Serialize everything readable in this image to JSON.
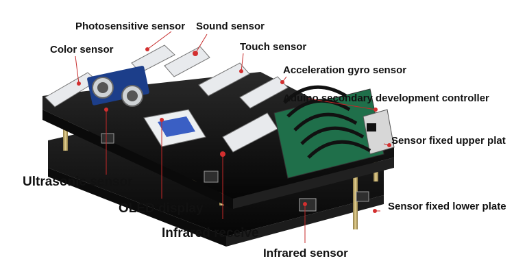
{
  "labels": {
    "photosensitive": "Photosensitive sensor",
    "sound": "Sound sensor",
    "color": "Color sensor",
    "touch": "Touch sensor",
    "accel": "Acceleration gyro sensor",
    "arduino": "Aduino secondary development controller",
    "upper_plate": "Sensor fixed upper plat",
    "lower_plate": "Sensor fixed lower plate",
    "ultrasonic": "Ultrasonic sensor",
    "oled": "OLED display",
    "infrared_receive": "Infrared receive",
    "infrared_sensor": "Infrared sensor"
  },
  "colors": {
    "leader_line": "#c62828",
    "dot": "#d32f2f",
    "board_black": "#141414",
    "board_white": "#eceff1",
    "standoff": "#c9b37a"
  }
}
